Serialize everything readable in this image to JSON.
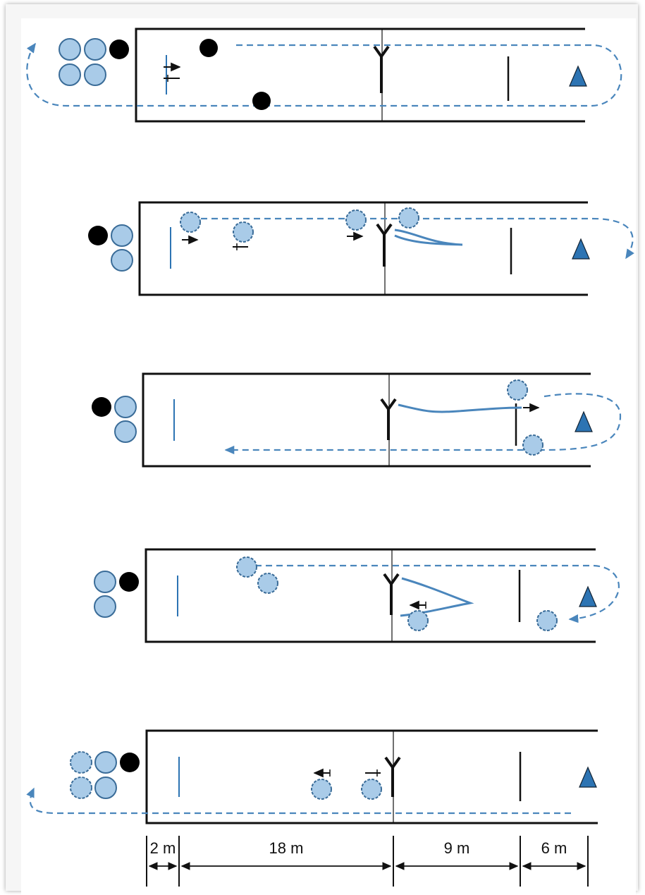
{
  "diagram": {
    "colors": {
      "player": "#a9cbe8",
      "player_outline": "#3a6c98",
      "defender": "#000000",
      "cone": "#2d74b3",
      "path": "#4a86bc",
      "line": "#111111"
    },
    "icons": [
      "player-circle",
      "defender-circle",
      "cone-triangle",
      "post-y-icon",
      "run-arrow-icon"
    ],
    "dimensions": {
      "labels": [
        "2 m",
        "18 m",
        "9 m",
        "6 m"
      ]
    }
  }
}
